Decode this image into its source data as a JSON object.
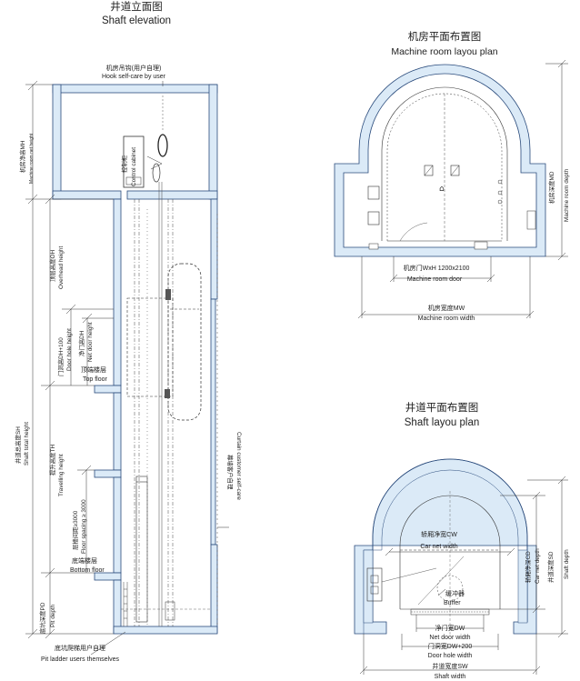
{
  "shaft_elevation": {
    "title_cn": "井道立面图",
    "title_en": "Shaft elevation",
    "hook_cn": "机房吊钩(用户自理)",
    "hook_en": "Hook self-care by user",
    "mh_cn": "机房净高MH",
    "mh_en": "Machine room net height",
    "control_cn": "控制柜",
    "control_en": "Control cabinet",
    "oh_cn": "顶层高度OH",
    "oh_en": "Overhead height",
    "dh_cn": "门洞高DH+100",
    "dh_en": "Door hole height",
    "ndh_cn": "净门高DH",
    "ndh_en": "Net door height",
    "top_cn": "顶端楼层",
    "top_en": "Top floor",
    "sh_cn": "井道总高度SH",
    "sh_en": "Shaft total height",
    "th_cn": "提升高度TH",
    "th_en": "Travelling height",
    "fs_cn": "层楼间距≥3000",
    "fs_en": "Floor spacing ≥ 3000",
    "bottom_cn": "底端楼层",
    "bottom_en": "Bottom floor",
    "pd_cn": "底坑深度PD",
    "pd_en": "Pit depth",
    "curtain_cn": "幕墙客户自理",
    "curtain_en": "Curtain customer self-care",
    "ladder_cn": "底坑爬梯用户自理",
    "ladder_en": "Pit ladder users themselves"
  },
  "machine_room_plan": {
    "title_cn": "机房平面布置图",
    "title_en": "Machine room layou plan",
    "door_cn": "机房门WxH 1200x2100",
    "door_en": "Machine room door",
    "mw_cn": "机房宽度MW",
    "mw_en": "Machine room width",
    "md_cn": "机房深度MD",
    "md_en": "Machine room depth"
  },
  "shaft_plan": {
    "title_cn": "井道平面布置图",
    "title_en": "Shaft  layou plan",
    "cw_cn": "轿厢净宽CW",
    "cw_en": "Car net width",
    "buffer_cn": "缓冲器",
    "buffer_en": "Buffer",
    "dw_cn": "净门宽DW",
    "dw_en": "Net door width",
    "dhw_cn": "门洞宽DW+200",
    "dhw_en": "Door hole width",
    "sw_cn": "井道宽度SW",
    "sw_en": "Shaft width",
    "cd_cn": "轿厢净深CD",
    "cd_en": "Car net depth",
    "sd_cn": "井道深度SD",
    "sd_en": "Shaft depth"
  },
  "colors": {
    "wall_fill": "#dbeaf7",
    "wall_stroke": "#2a4b7c",
    "line": "#333333"
  }
}
